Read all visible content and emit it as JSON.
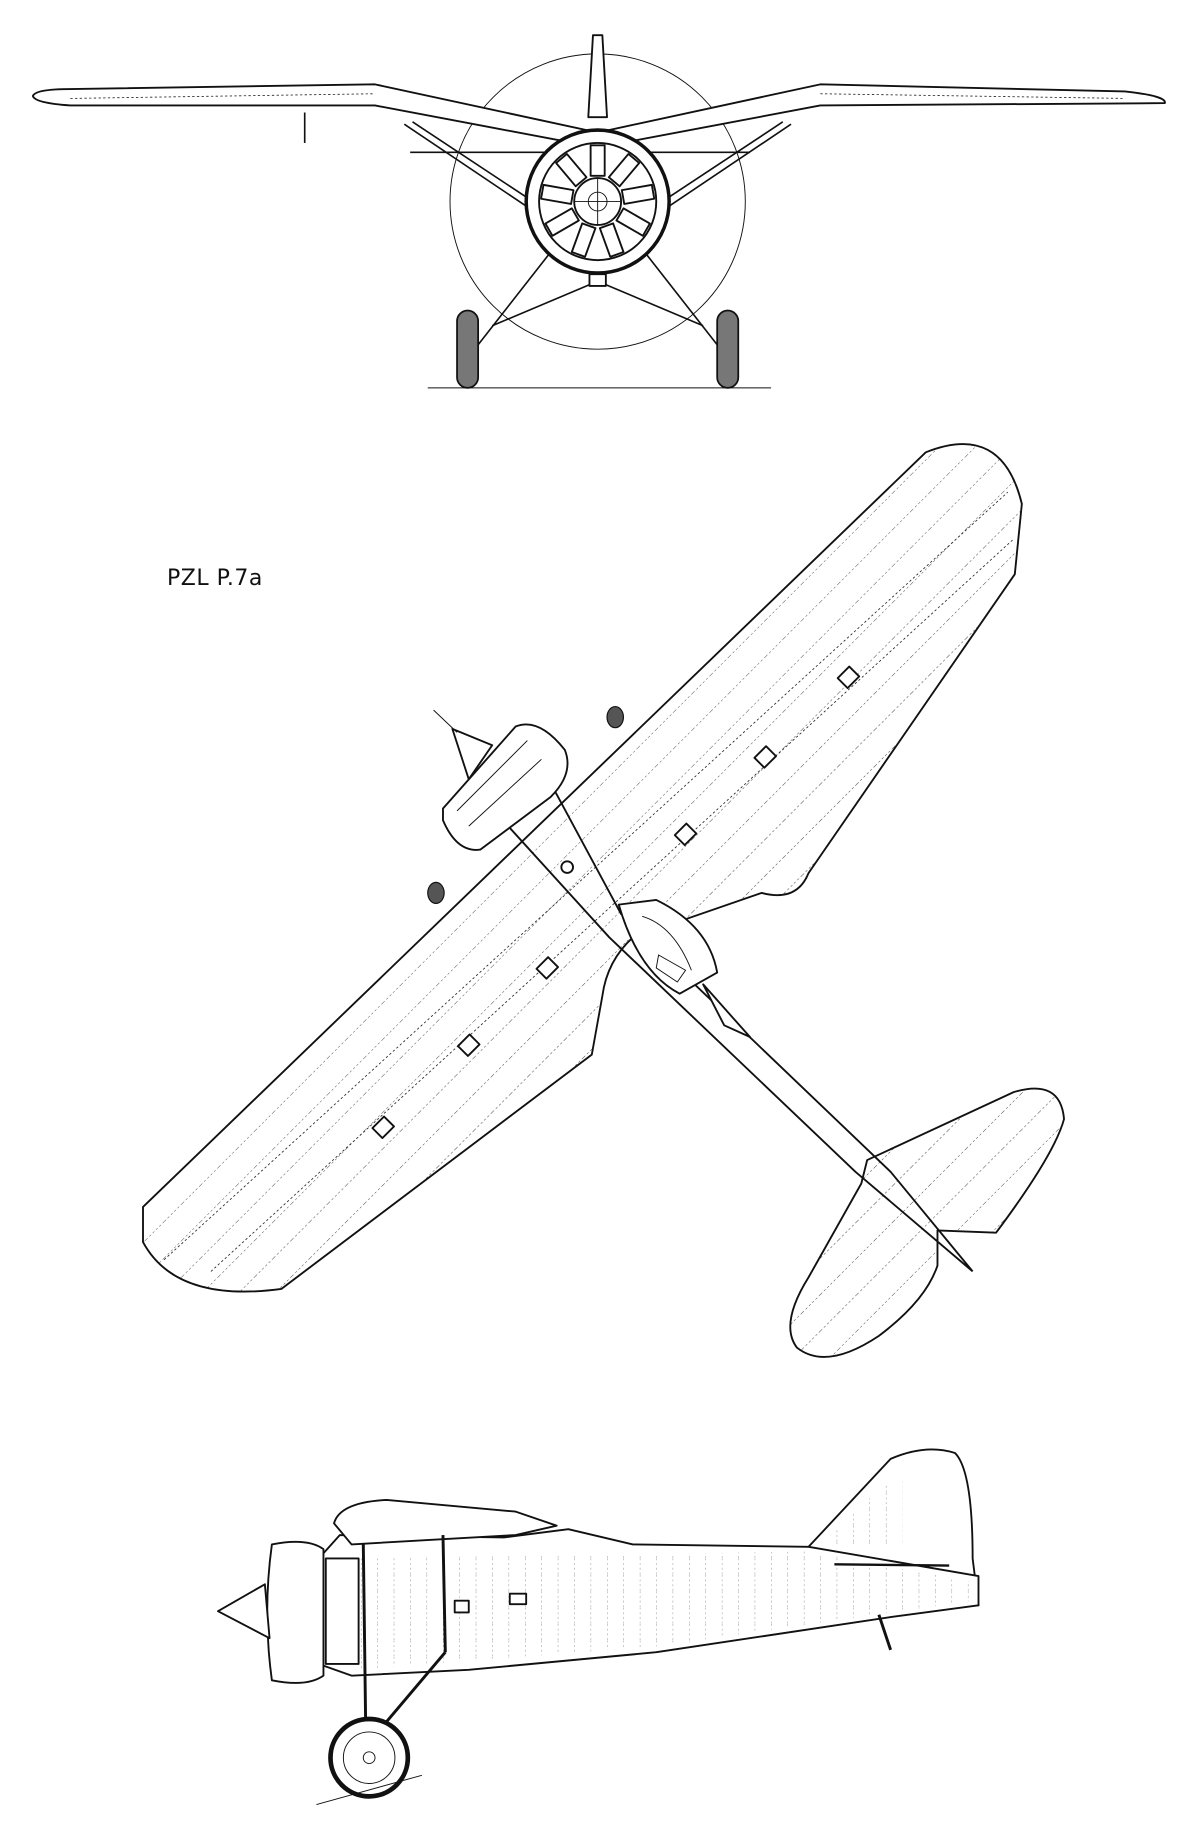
{
  "drawing": {
    "aircraft_label": "PZL P.7a",
    "views": [
      "front-view",
      "top-view",
      "side-view"
    ],
    "line_color": "#111111",
    "background_color": "#ffffff"
  }
}
